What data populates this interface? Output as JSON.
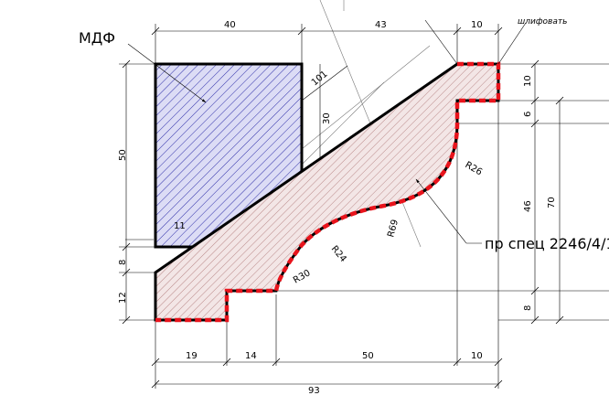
{
  "labels": {
    "mdf": "МДФ",
    "profile": "пр спец 2246/4/1",
    "sanding": "шлифовать"
  },
  "dimensions": {
    "top_width_40": "40",
    "top_43": "43",
    "top_10": "10",
    "left_50": "50",
    "left_8": "8",
    "left_12": "12",
    "right_10": "10",
    "right_6": "6",
    "right_46": "46",
    "right_70": "70",
    "right_8": "8",
    "bottom_19": "19",
    "bottom_14": "14",
    "bottom_50": "50",
    "bottom_10": "10",
    "total_93": "93",
    "angle_101": "101",
    "dim_30": "30",
    "angle_11": "11"
  },
  "radii": {
    "r26": "R26",
    "r69": "R69",
    "r24": "R24",
    "r30": "R30"
  },
  "colors": {
    "mdf_hatch": "#1a1aa0",
    "mdf_fill": "#dcdcf5",
    "profile_hatch": "#a06060",
    "profile_fill": "#f3e6e6",
    "sanding_edge": "#e8141c",
    "outline": "#000000"
  }
}
